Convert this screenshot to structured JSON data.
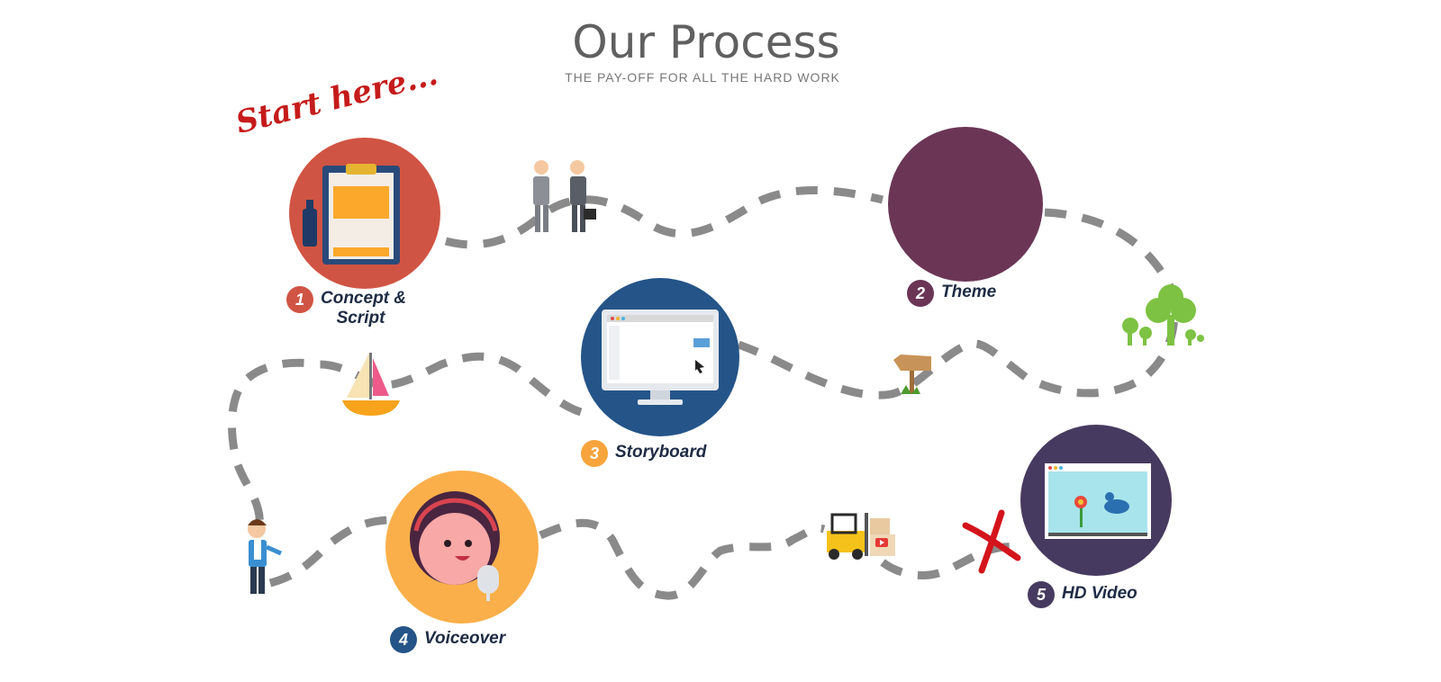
{
  "header": {
    "title": "Our Process",
    "subtitle": "THE PAY-OFF FOR ALL THE HARD WORK"
  },
  "start_label": "Start here...",
  "steps": [
    {
      "number": "1",
      "label": "Concept &",
      "label2": "Script",
      "color": "#d05443"
    },
    {
      "number": "2",
      "label": "Theme",
      "color": "#6b3656"
    },
    {
      "number": "3",
      "label": "Storyboard",
      "color": "#f7a43d"
    },
    {
      "number": "4",
      "label": "Voiceover",
      "color": "#245488"
    },
    {
      "number": "5",
      "label": "HD Video",
      "color": "#473a60"
    }
  ],
  "icons": [
    "clipboard-icon",
    "monitor-icon",
    "headset-girl-icon",
    "video-player-icon",
    "handshake-icon",
    "signpost-icon",
    "trees-icon",
    "sailboat-icon",
    "presenter-icon",
    "forklift-icon",
    "x-mark-icon"
  ],
  "colors": {
    "path": "#8a8a8a",
    "tree_green": "#7dc242",
    "start_red": "#c51b1b"
  }
}
